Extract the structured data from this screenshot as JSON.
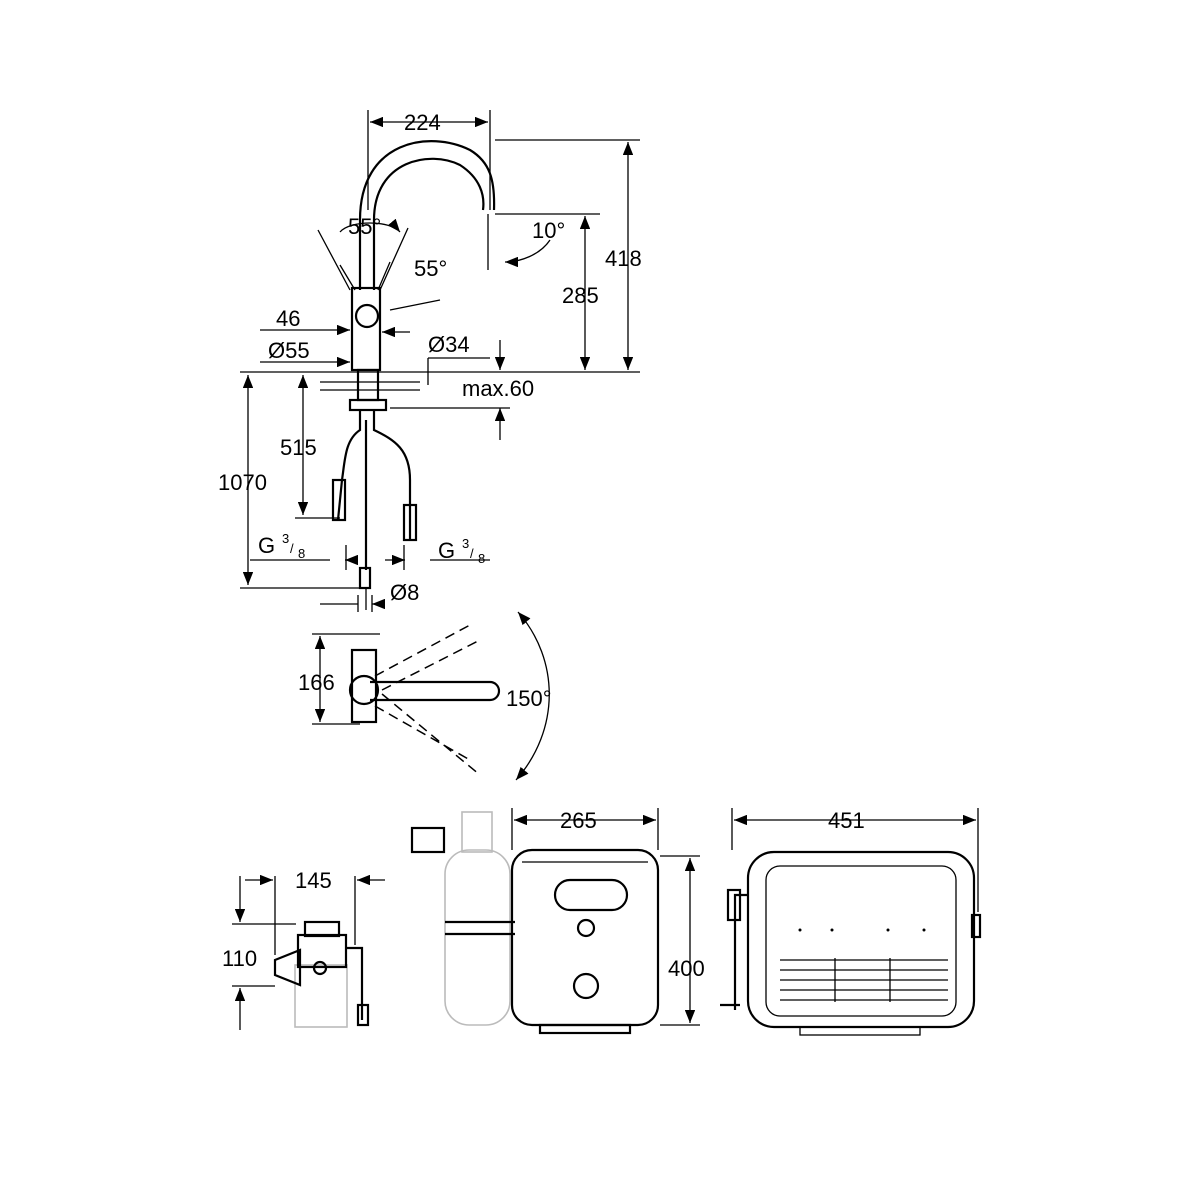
{
  "faucet_elevation": {
    "width_spout": "224",
    "height_total": "418",
    "height_outlet": "285",
    "spout_angle": "10°",
    "lever_angle_left": "55°",
    "lever_angle_right": "55°",
    "lever_offset": "46",
    "base_diameter": "Ø55",
    "shank_diameter": "Ø34",
    "max_counter_thickness": "max.60",
    "hose_length": "515",
    "total_length": "1070",
    "connection_left": {
      "prefix": "G",
      "num": "3",
      "den": "8"
    },
    "connection_right": {
      "prefix": "G",
      "num": "3",
      "den": "8"
    },
    "tube_diameter": "Ø8"
  },
  "faucet_plan": {
    "depth": "166",
    "swivel_angle": "150°"
  },
  "filter_unit": {
    "width": "145",
    "height": "110"
  },
  "chiller_front": {
    "width": "265",
    "height": "400"
  },
  "chiller_side": {
    "width": "451"
  }
}
